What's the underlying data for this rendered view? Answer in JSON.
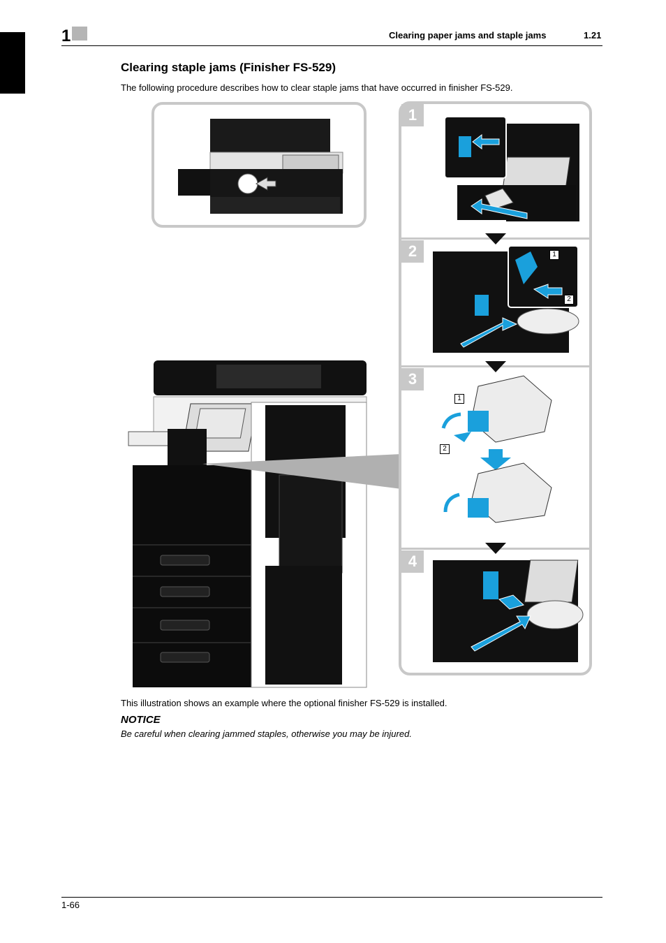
{
  "header": {
    "chapter_number": "1",
    "title": "Clearing paper jams and staple jams",
    "section": "1.21"
  },
  "heading": "Clearing staple jams (Finisher FS-529)",
  "intro": "The following procedure describes how to clear staple jams that have occurred in finisher FS-529.",
  "steps": [
    {
      "number": "1"
    },
    {
      "number": "2",
      "callouts": [
        "1",
        "2"
      ]
    },
    {
      "number": "3",
      "callouts": [
        "1",
        "2"
      ]
    },
    {
      "number": "4"
    }
  ],
  "caption": "This illustration shows an example where the optional finisher FS-529 is installed.",
  "notice": {
    "title": "NOTICE",
    "text": "Be careful when clearing jammed staples, otherwise you may be injured."
  },
  "footer": {
    "page_number": "1-66"
  },
  "colors": {
    "accent_arrow": "#1aa0dc",
    "panel_border": "#c8c8c8",
    "tab": "#000000"
  }
}
